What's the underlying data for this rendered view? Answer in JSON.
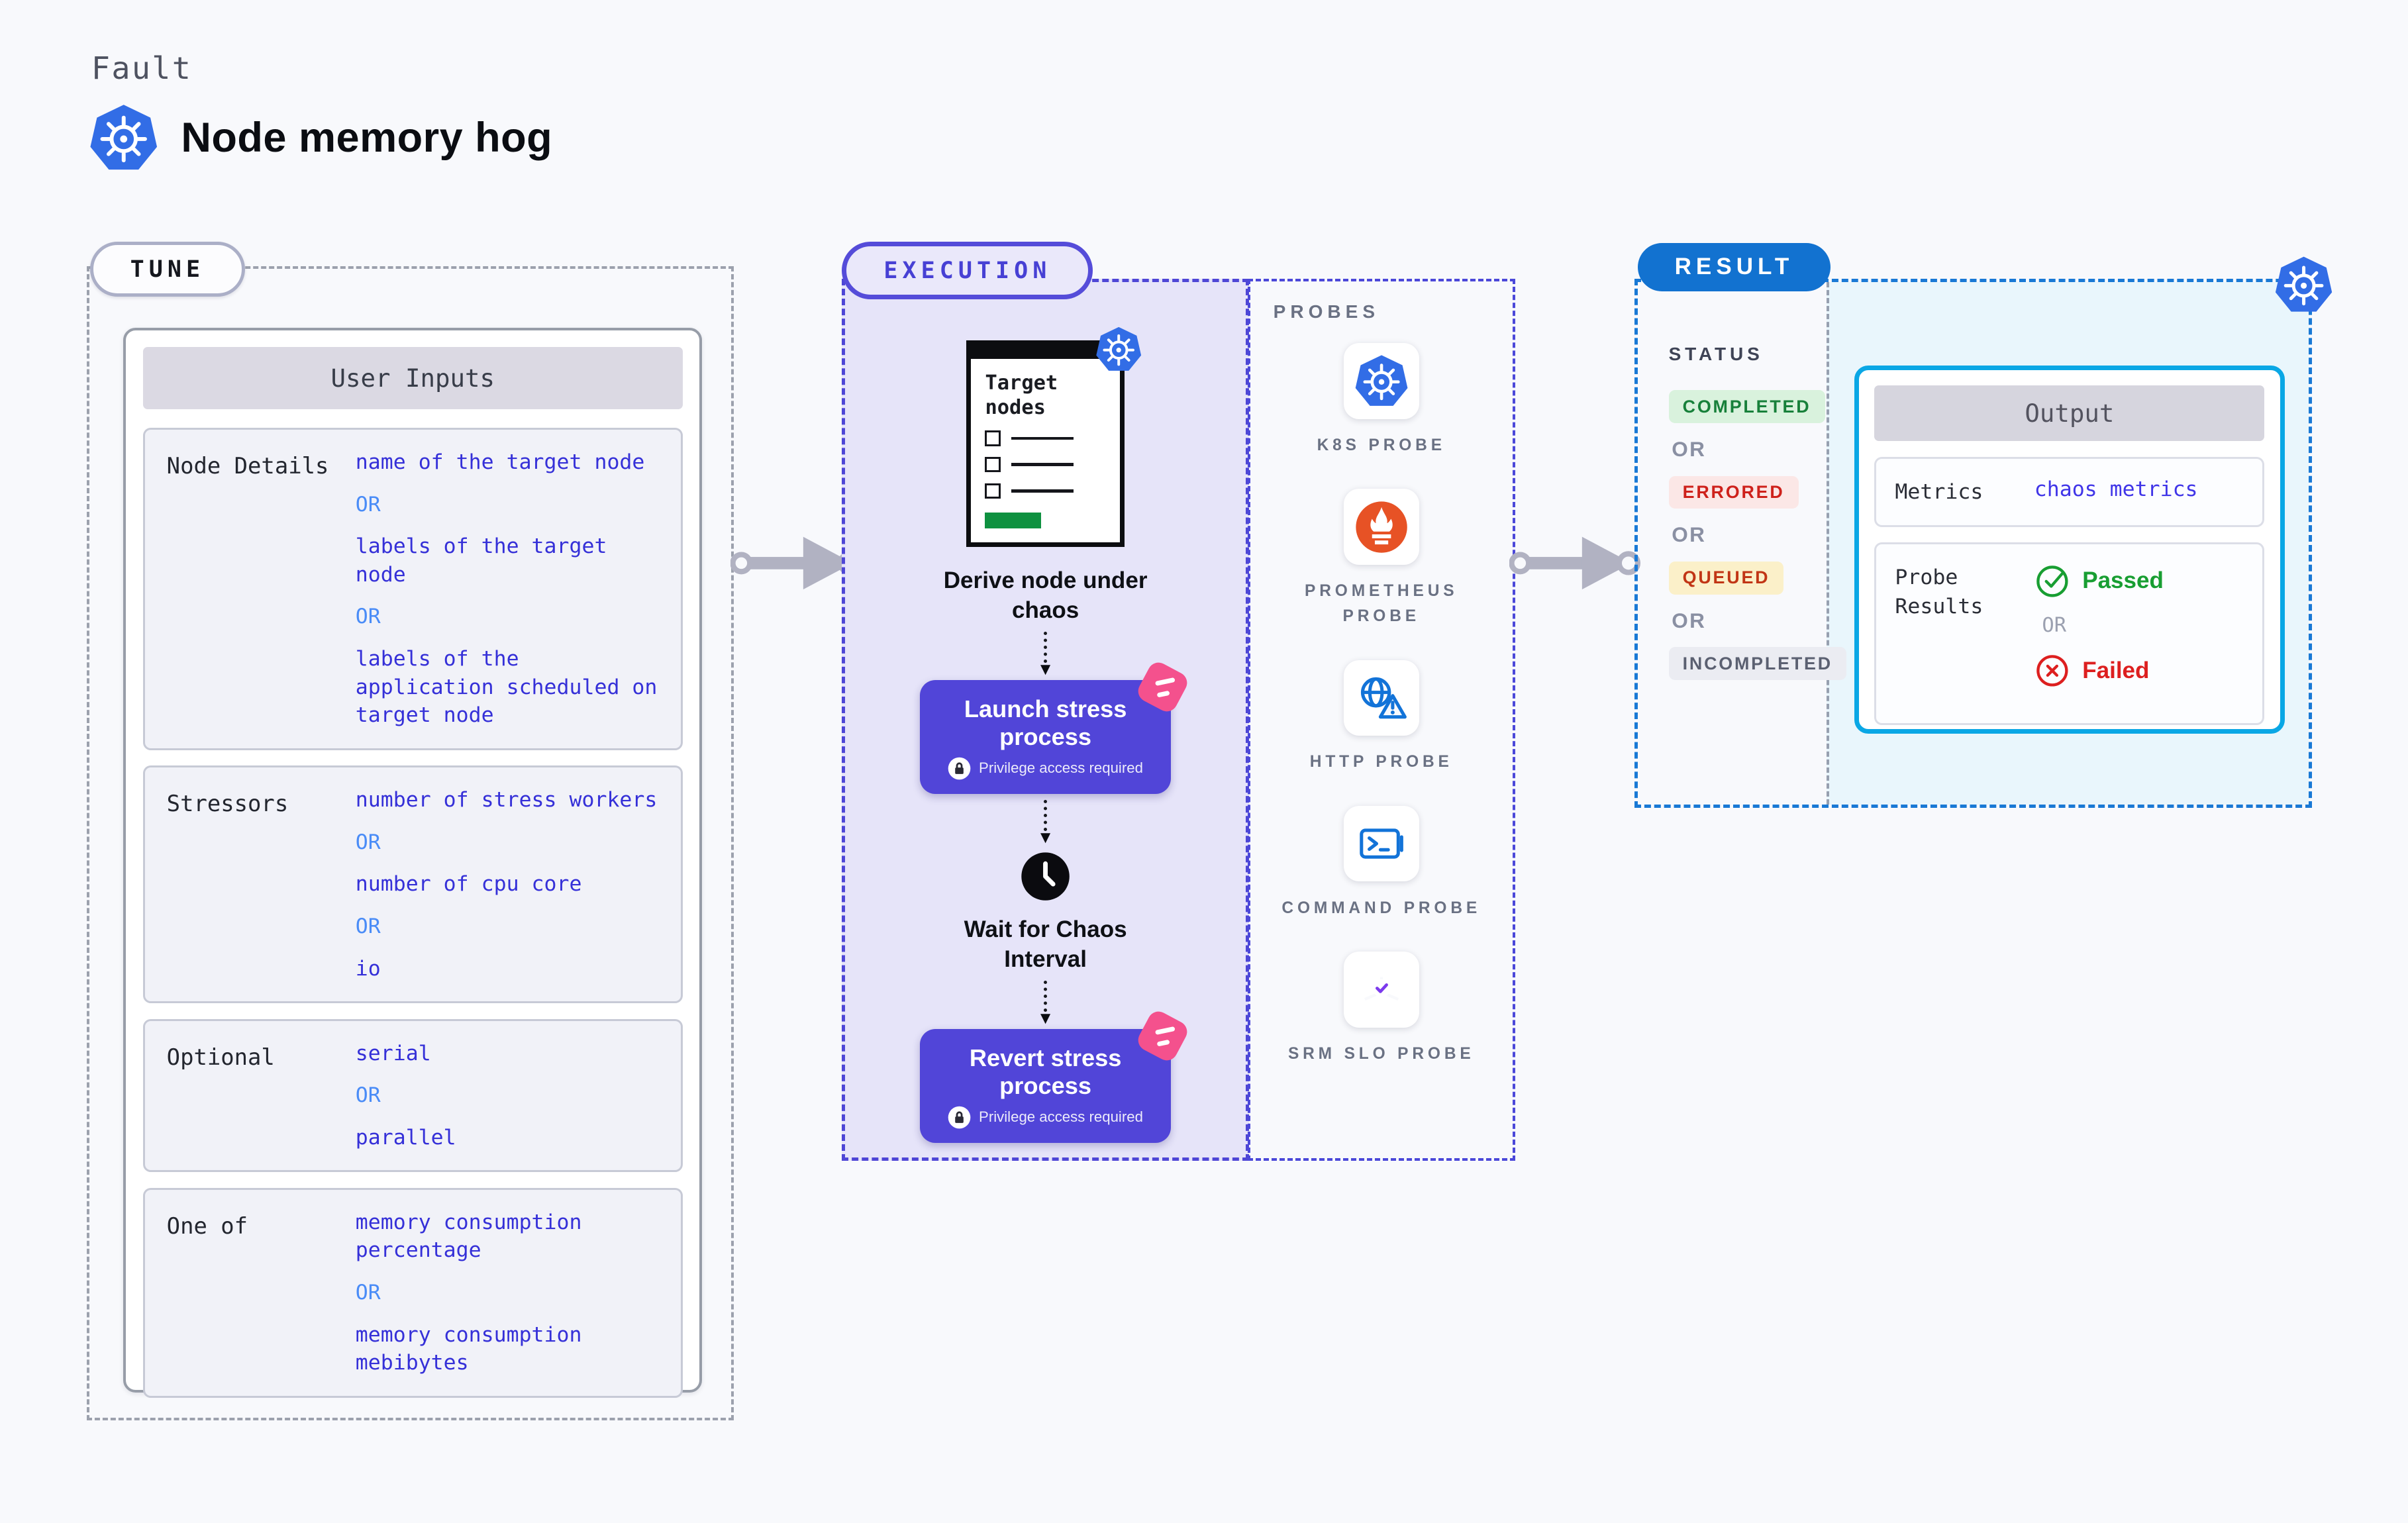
{
  "header": {
    "eyebrow": "Fault",
    "title": "Node memory hog"
  },
  "tune": {
    "badge": "TUNE",
    "panel_title": "User Inputs",
    "rows": [
      {
        "label": "Node Details",
        "options": [
          "name of the target node",
          "OR",
          "labels of the target node",
          "OR",
          "labels of the application scheduled on target node"
        ]
      },
      {
        "label": "Stressors",
        "options": [
          "number of stress workers",
          "OR",
          "number of cpu core",
          "OR",
          "io"
        ]
      },
      {
        "label": "Optional",
        "options": [
          "serial",
          "OR",
          "parallel"
        ]
      },
      {
        "label": "One of",
        "options": [
          "memory consumption percentage",
          "OR",
          "memory consumption mebibytes"
        ]
      }
    ]
  },
  "execution": {
    "badge": "EXECUTION",
    "target_box": {
      "title": "Target nodes"
    },
    "steps": [
      {
        "caption": "Derive node under chaos"
      },
      {
        "title": "Launch stress process",
        "subtitle": "Privilege access required"
      },
      {
        "caption": "Wait for Chaos Interval"
      },
      {
        "title": "Revert stress process",
        "subtitle": "Privilege access required"
      }
    ]
  },
  "probes": {
    "title": "PROBES",
    "items": [
      {
        "label": "K8S PROBE",
        "icon": "kubernetes-icon"
      },
      {
        "label": "PROMETHEUS PROBE",
        "icon": "prometheus-icon"
      },
      {
        "label": "HTTP PROBE",
        "icon": "http-globe-warning-icon"
      },
      {
        "label": "COMMAND PROBE",
        "icon": "terminal-icon"
      },
      {
        "label": "SRM SLO PROBE",
        "icon": "gauge-check-icon"
      }
    ]
  },
  "result": {
    "badge": "RESULT",
    "status": {
      "title": "STATUS",
      "or": "OR",
      "badges": [
        {
          "label": "COMPLETED",
          "type": "success"
        },
        {
          "label": "ERRORED",
          "type": "error"
        },
        {
          "label": "QUEUED",
          "type": "warning"
        },
        {
          "label": "INCOMPLETED",
          "type": "neutral"
        }
      ]
    },
    "output": {
      "title": "Output",
      "metrics_label": "Metrics",
      "metrics_value": "chaos metrics",
      "probe_results_label": "Probe Results",
      "passed": "Passed",
      "or": "OR",
      "failed": "Failed"
    }
  },
  "colors": {
    "kubernetes_blue": "#326DE6",
    "execution_accent": "#4E46D6",
    "button_indigo": "#5145D8",
    "result_accent": "#1272D0",
    "output_border": "#0AA7E5",
    "value_blue": "#3530D8",
    "or_blue": "#4A8CF7",
    "success_green": "#189E32",
    "fail_red": "#DD1F1F",
    "prometheus_orange": "#E75225",
    "pink_ribbon": "#F4518D",
    "target_progress_green": "#0F9140"
  }
}
